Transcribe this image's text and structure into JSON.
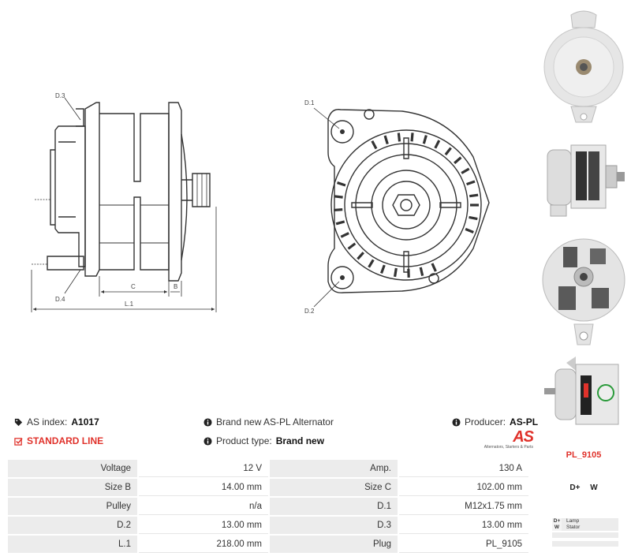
{
  "diagram": {
    "labels": {
      "d3_left": "D.3",
      "d4": "D.4",
      "c": "C",
      "b": "B",
      "l1": "L.1",
      "d1": "D.1",
      "d2": "D.2"
    }
  },
  "info": {
    "as_index_label": "AS index:",
    "as_index_value": "A1017",
    "standard_line": "STANDARD LINE",
    "brand_text": "Brand new AS-PL Alternator",
    "product_type_label": "Product type:",
    "product_type_value": "Brand new",
    "producer_label": "Producer:",
    "producer_value": "AS-PL",
    "logo_text": "AS",
    "logo_tagline": "Alternators, Starters & Parts",
    "accent_color": "#e0322b"
  },
  "specs": [
    {
      "k1": "Voltage",
      "v1": "12 V",
      "k2": "Amp.",
      "v2": "130 A"
    },
    {
      "k1": "Size B",
      "v1": "14.00 mm",
      "k2": "Size C",
      "v2": "102.00 mm"
    },
    {
      "k1": "Pulley",
      "v1": "n/a",
      "k2": "D.1",
      "v2": "M12x1.75 mm"
    },
    {
      "k1": "D.2",
      "v1": "13.00 mm",
      "k2": "D.3",
      "v2": "13.00 mm"
    },
    {
      "k1": "L.1",
      "v1": "218.00 mm",
      "k2": "Plug",
      "v2": "PL_9105"
    }
  ],
  "plug": {
    "code": "PL_9105",
    "pins": "D+ W",
    "legend": [
      {
        "pin": "D+",
        "desc": "Lamp"
      },
      {
        "pin": "W",
        "desc": "Stator"
      }
    ]
  },
  "icons": {
    "tag": "tag-icon",
    "info": "info-icon",
    "check": "checkbox-icon"
  }
}
